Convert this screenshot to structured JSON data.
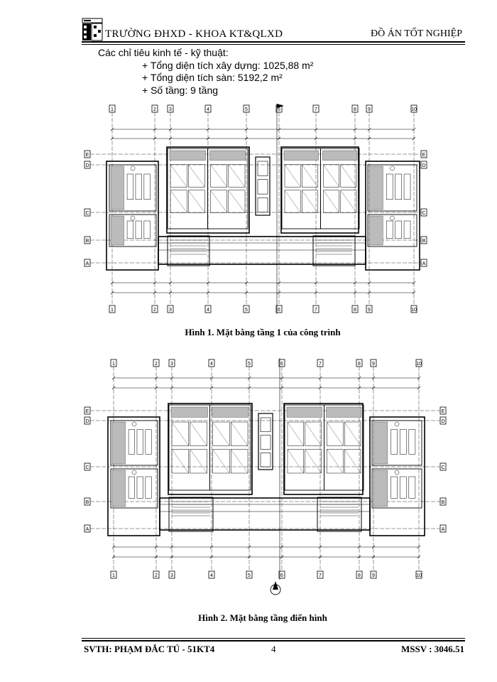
{
  "header": {
    "left": "TRƯỜNG ĐHXD - KHOA KT&QLXD",
    "right": "ĐỒ ÁN TỐT NGHIỆP"
  },
  "intro": {
    "heading": "Các chỉ tiêu kinh tế - kỹ thuật:",
    "items": [
      "+ Tổng diện tích xây dựng: 1025,88 m²",
      "+ Tổng diện tích sàn: 5192,2 m²",
      "+ Số tầng: 9 tầng"
    ]
  },
  "plan1": {
    "caption": "Hình 1. Mặt bằng tầng 1 của công trình",
    "grid_cols": [
      "1",
      "2",
      "3",
      "4",
      "5",
      "6",
      "7",
      "8",
      "9",
      "10"
    ],
    "grid_rows": [
      "E",
      "D",
      "C",
      "B",
      "A"
    ]
  },
  "plan2": {
    "caption": "Hình 2. Mặt bằng tầng điển hình",
    "grid_cols": [
      "1",
      "2",
      "3",
      "4",
      "5",
      "6",
      "7",
      "8",
      "9",
      "10"
    ],
    "grid_rows": [
      "E",
      "D",
      "C",
      "B",
      "A"
    ]
  },
  "footer": {
    "left": "SVTH: PHẠM ĐẮC TÚ - 51KT4",
    "page": "4",
    "right": "MSSV : 3046.51"
  }
}
